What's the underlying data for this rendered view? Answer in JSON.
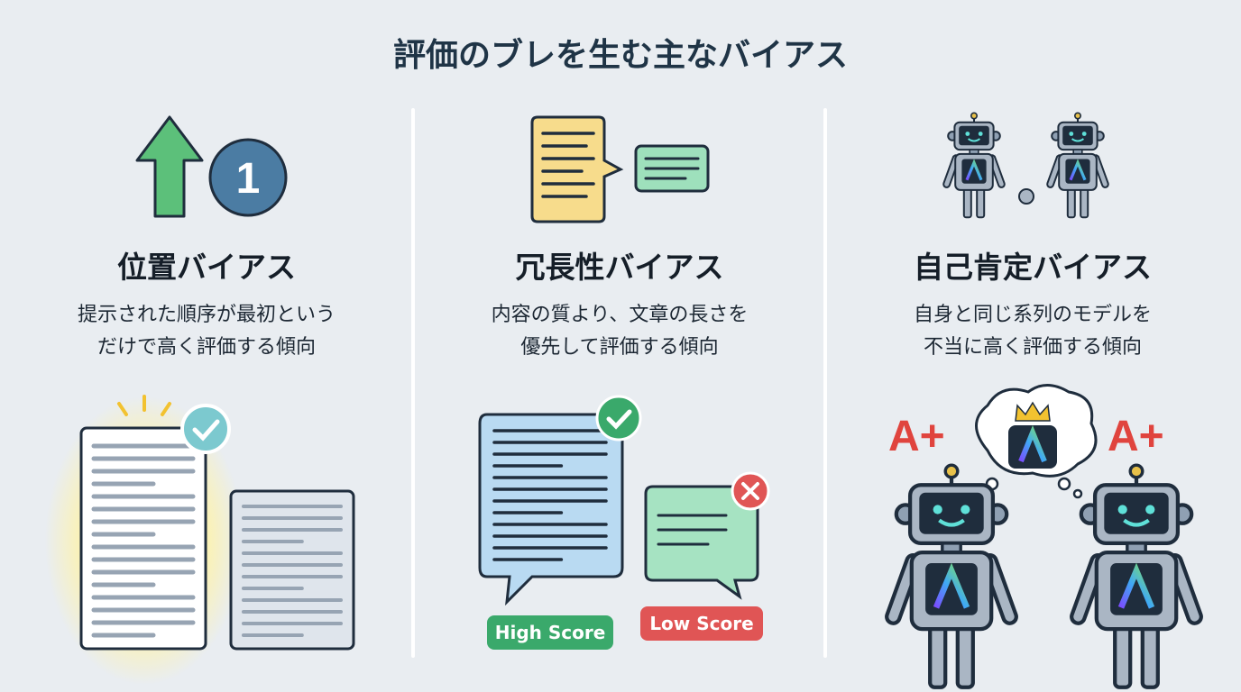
{
  "title": "評価のブレを生む主なバイアス",
  "columns": [
    {
      "heading": "位置バイアス",
      "lines": [
        "提示された順序が最初という",
        "だけで高く評価する傾向"
      ],
      "number_badge": "1"
    },
    {
      "heading": "冗長性バイアス",
      "lines": [
        "内容の質より、文章の長さを",
        "優先して評価する傾向"
      ],
      "high_label": "High Score",
      "low_label": "Low Score"
    },
    {
      "heading": "自己肯定バイアス",
      "lines": [
        "自身と同じ系列のモデルを",
        "不当に高く評価する傾向"
      ],
      "grade": "A+"
    }
  ],
  "colors": {
    "background": "#e9edf1",
    "green": "#3aa96b",
    "red": "#e05555",
    "blue_doc": "#b9daf2",
    "yellow_doc": "#f7dc8c",
    "grade_red": "#e0443e"
  },
  "icons": [
    "up-arrow-icon",
    "number-one-icon",
    "chat-bubbles-icon",
    "robots-handshake-icon",
    "document-icon",
    "check-icon",
    "cross-icon",
    "robot-icon",
    "crown-icon"
  ]
}
